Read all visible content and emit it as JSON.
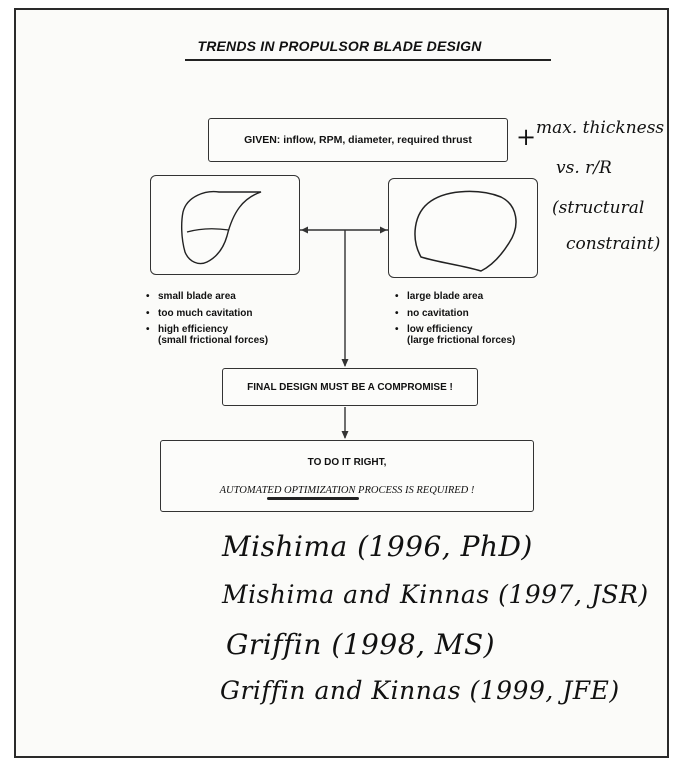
{
  "title": "TRENDS IN PROPULSOR BLADE DESIGN",
  "given_box": "GIVEN: inflow, RPM, diameter, required thrust",
  "handwritten_note": {
    "plus": "+",
    "line1": "max. thickness",
    "line2": "vs. r/R",
    "line3": "(structural",
    "line4": "constraint)"
  },
  "left_blade": {
    "bullets": [
      "small blade area",
      "too much cavitation",
      "high efficiency",
      "(small frictional forces)"
    ]
  },
  "right_blade": {
    "bullets": [
      "large blade area",
      "no cavitation",
      "low efficiency",
      "(large frictional forces)"
    ]
  },
  "final_box": "FINAL DESIGN MUST BE A COMPROMISE !",
  "result_box": {
    "line1": "TO DO IT RIGHT,",
    "line2": "AUTOMATED OPTIMIZATION PROCESS IS REQUIRED !"
  },
  "references": [
    "Mishima (1996, PhD)",
    "Mishima and Kinnas (1997, JSR)",
    "Griffin (1998, MS)",
    "Griffin and Kinnas (1999, JFE)"
  ]
}
